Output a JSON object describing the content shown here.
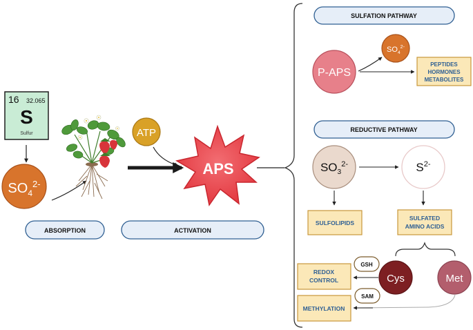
{
  "element": {
    "number": "16",
    "mass": "32.065",
    "symbol": "S",
    "name": "Sulfur"
  },
  "sulfate_ion": {
    "base": "SO",
    "sub": "4",
    "sup": "2-"
  },
  "small_sulfate": {
    "base": "SO",
    "sub": "4",
    "sup": "2-"
  },
  "sulfite_ion": {
    "base": "SO",
    "sub": "3",
    "sup": "2-"
  },
  "sulfide_ion": {
    "base": "S",
    "sup": "2-"
  },
  "atp": "ATP",
  "aps": "APS",
  "paps": "P-APS",
  "cys": "Cys",
  "met": "Met",
  "gsh": "GSH",
  "sam": "SAM",
  "pills": {
    "absorption": "ABSORPTION",
    "activation": "ACTIVATION",
    "sulfation": "SULFATION PATHWAY",
    "reductive": "REDUCTIVE PATHWAY"
  },
  "boxes": {
    "peptides": [
      "PEPTIDES",
      "HORMONES",
      "METABOLITES"
    ],
    "sulfolipids": [
      "SULFOLIPIDS"
    ],
    "amino": [
      "SULFATED",
      "AMINO ACIDS"
    ],
    "redox": [
      "REDOX",
      "CONTROL"
    ],
    "methylation": [
      "METHYLATION"
    ]
  },
  "colors": {
    "element_fill": "#c9ecd5",
    "sulfate_fill": "#d8742c",
    "atp_fill": "#d9a127",
    "aps_fill": "#e8484f",
    "paps_fill": "#e7808a",
    "sulfite_fill": "#ead9cd",
    "sulfide_fill": "#ffffff",
    "cys_fill": "#7d1f22",
    "met_fill": "#b35e6d",
    "pill_fill": "#e6eef8",
    "pill_stroke": "#2f5f92",
    "box_fill": "#fbe8b8",
    "box_stroke": "#c9973b",
    "box_text": "#2e5f94"
  }
}
